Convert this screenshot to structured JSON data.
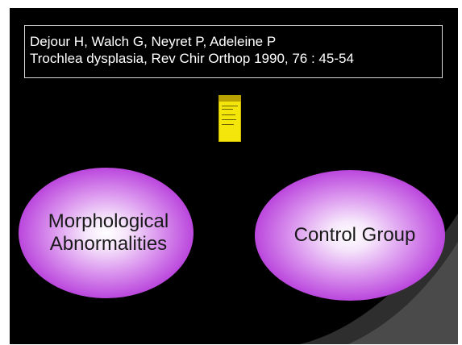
{
  "slide": {
    "reference": {
      "authors": "Dejour H, Walch G, Neyret P,  Adeleine P",
      "citation": "Trochlea dysplasia, Rev Chir Orthop 1990, 76 : 45-54"
    },
    "groups": {
      "left_label": "Morphological\nAbnormalities",
      "right_label": "Control Group"
    },
    "colors": {
      "background": "#000000",
      "swoosh": "#3a3a3a",
      "ellipse_edge": "#a32fcb",
      "ellipse_center": "#ffffff",
      "book_cover": "#f4e60a"
    }
  }
}
